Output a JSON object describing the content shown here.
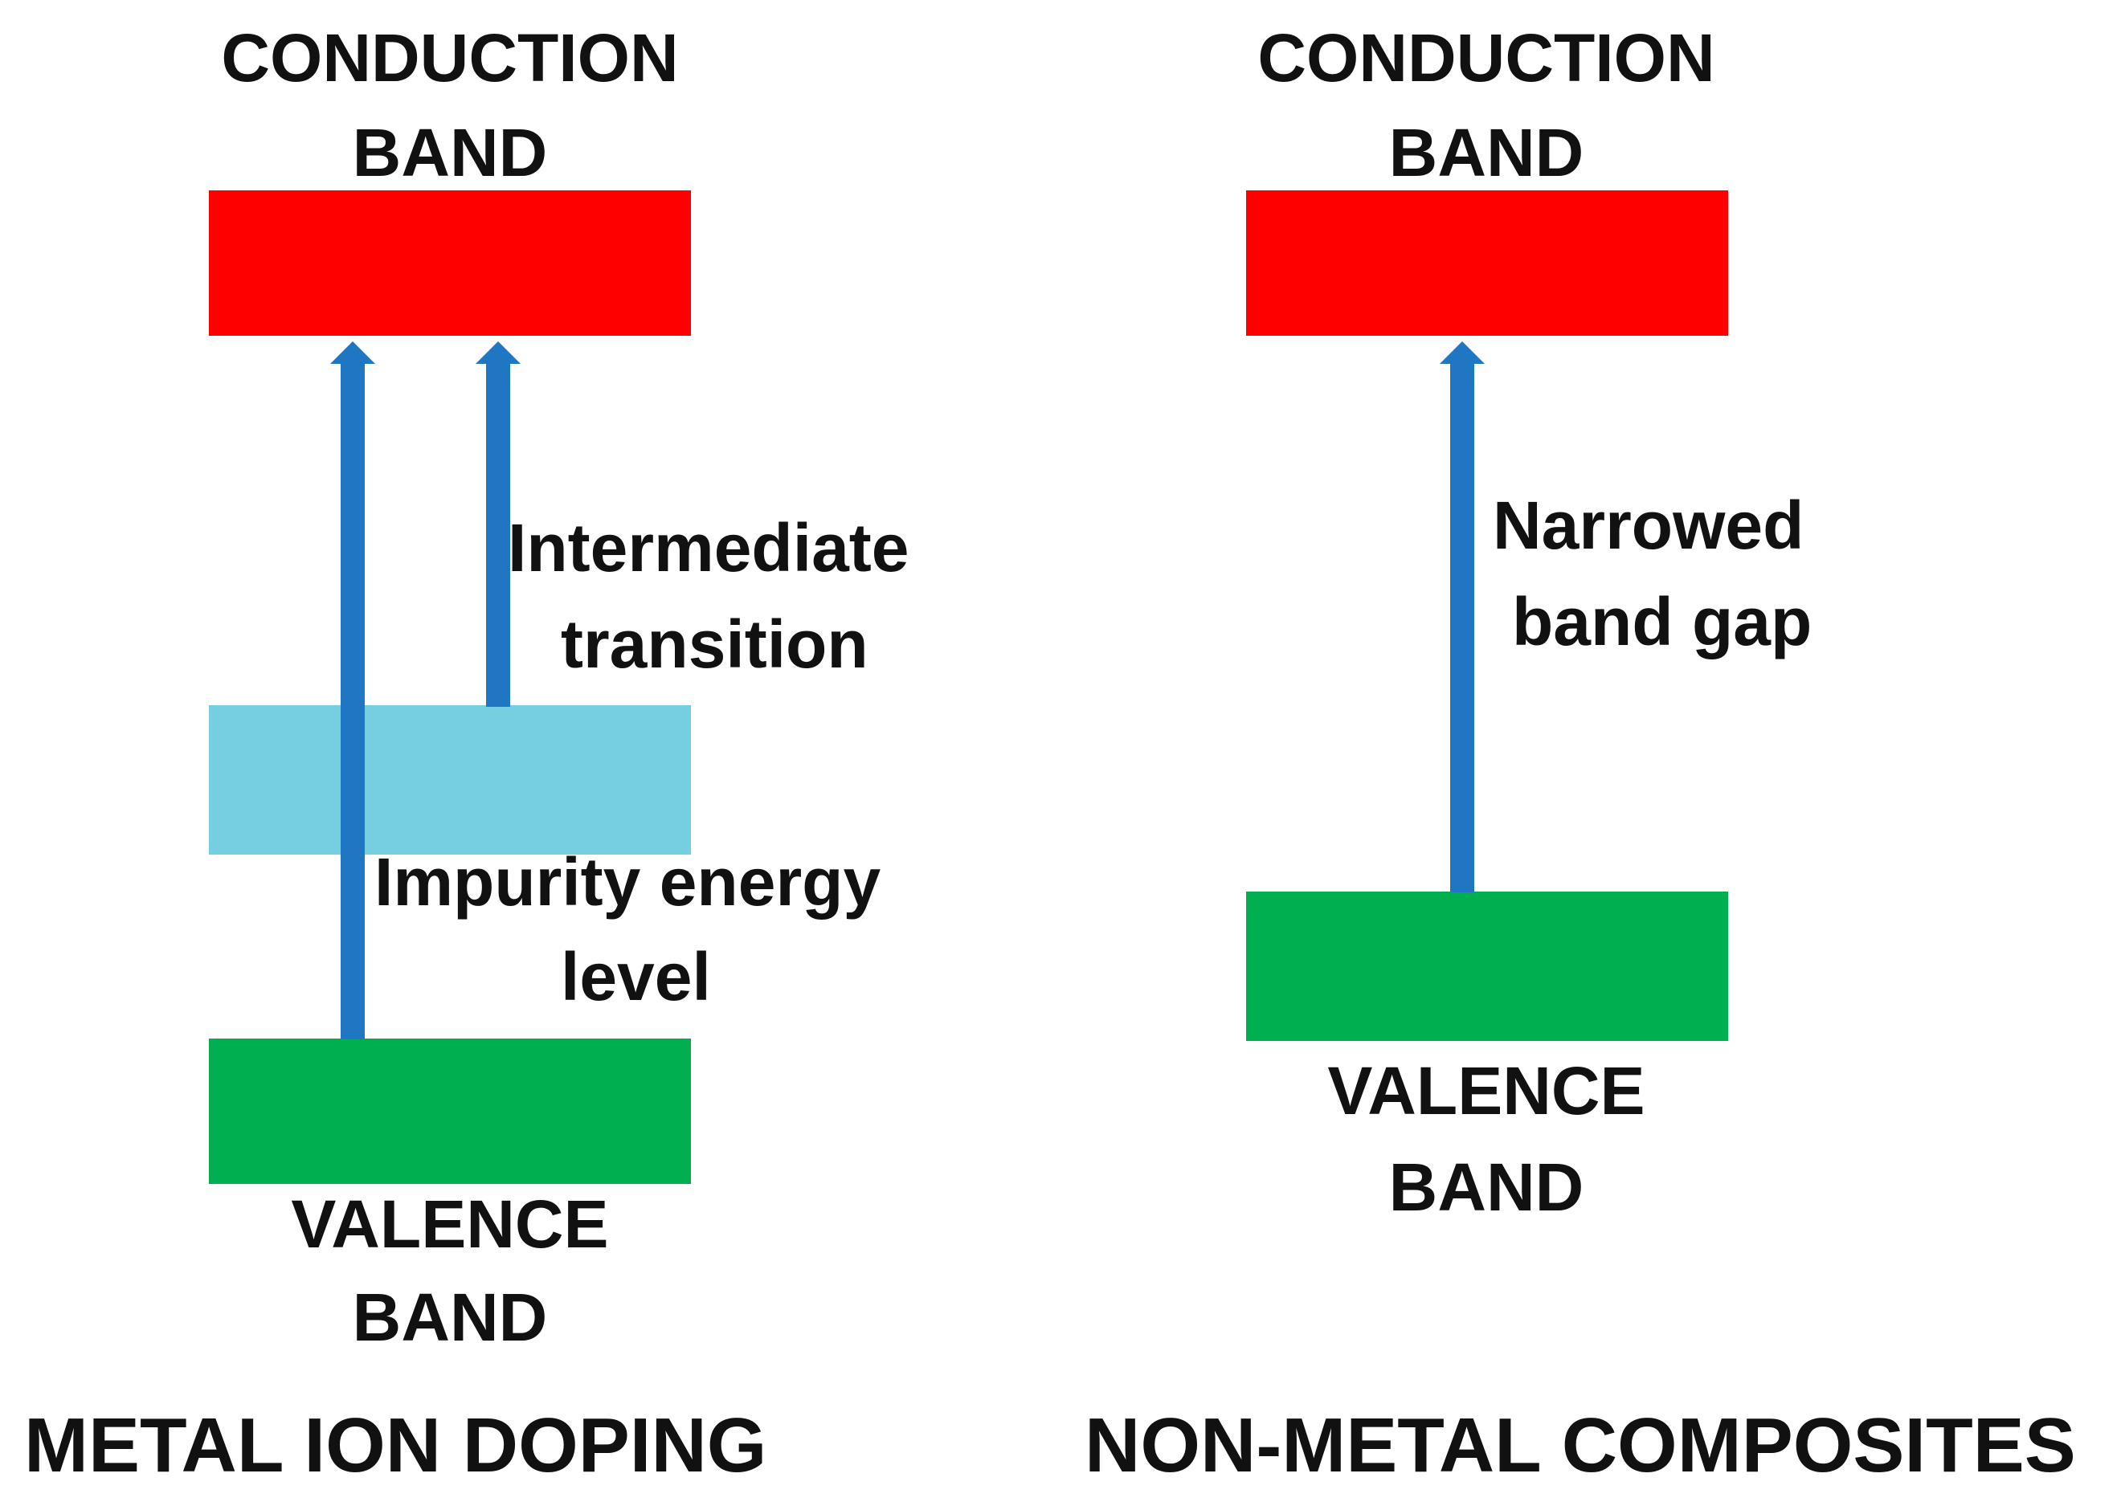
{
  "left_panel": {
    "conduction_label_line1": "CONDUCTION",
    "conduction_label_line2": "BAND",
    "intermediate_label_line1": "Intermediate",
    "intermediate_label_line2": "transition",
    "impurity_label_line1": "Impurity energy",
    "impurity_label_line2": "level",
    "valence_label_line1": "VALENCE",
    "valence_label_line2": "BAND",
    "title": "METAL  ION DOPING"
  },
  "right_panel": {
    "conduction_label_line1": "CONDUCTION",
    "conduction_label_line2": "BAND",
    "gap_label_line1": "Narrowed",
    "gap_label_line2": "band gap",
    "valence_label_line1": "VALENCE",
    "valence_label_line2": "BAND",
    "title": "NON-METAL  COMPOSITES"
  },
  "colors": {
    "conduction_band": "#ff0000",
    "valence_band": "#00b050",
    "impurity_level": "#76cfe0",
    "arrow": "#1f77c4",
    "text": "#111111"
  }
}
